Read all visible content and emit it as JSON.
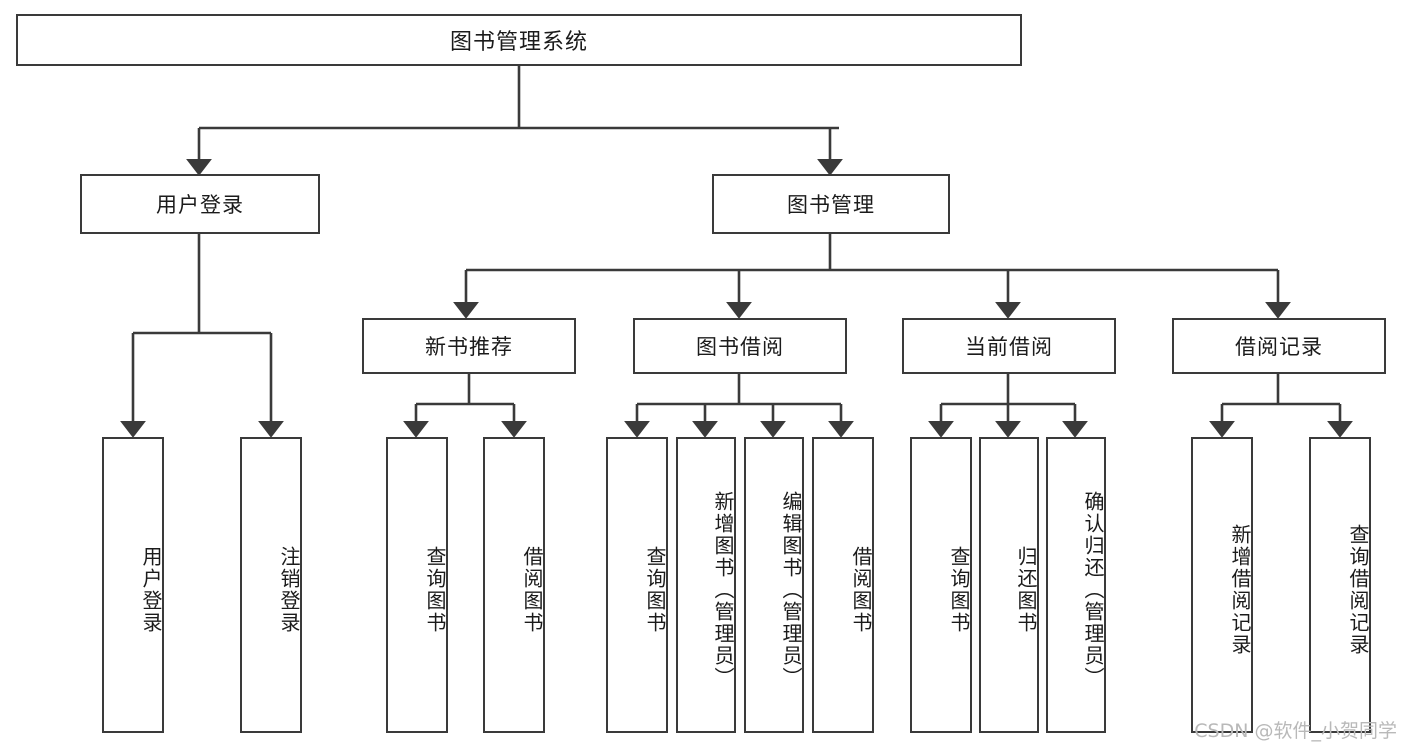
{
  "diagram": {
    "title": "图书管理系统",
    "watermark": "CSDN @软件_小贺同学",
    "colors": {
      "border": "#3a3a3a",
      "background": "#ffffff",
      "text": "#1b1b1b",
      "watermark": "#b9b9b9"
    },
    "levels": {
      "root": {
        "label": "图书管理系统"
      },
      "level1": [
        {
          "label": "用户登录"
        },
        {
          "label": "图书管理"
        }
      ],
      "level2": [
        {
          "label": "新书推荐"
        },
        {
          "label": "图书借阅"
        },
        {
          "label": "当前借阅"
        },
        {
          "label": "借阅记录"
        }
      ],
      "leaves": [
        {
          "label": "用户登录",
          "parent": "用户登录"
        },
        {
          "label": "注销登录",
          "parent": "用户登录"
        },
        {
          "label": "查询图书",
          "parent": "新书推荐"
        },
        {
          "label": "借阅图书",
          "parent": "新书推荐"
        },
        {
          "label": "查询图书",
          "parent": "图书借阅"
        },
        {
          "label": "新增图书（管理员）",
          "parent": "图书借阅"
        },
        {
          "label": "编辑图书（管理员）",
          "parent": "图书借阅"
        },
        {
          "label": "借阅图书",
          "parent": "图书借阅"
        },
        {
          "label": "查询图书",
          "parent": "当前借阅"
        },
        {
          "label": "归还图书",
          "parent": "当前借阅"
        },
        {
          "label": "确认归还（管理员）",
          "parent": "当前借阅"
        },
        {
          "label": "新增借阅记录",
          "parent": "借阅记录"
        },
        {
          "label": "查询借阅记录",
          "parent": "借阅记录"
        }
      ]
    }
  }
}
